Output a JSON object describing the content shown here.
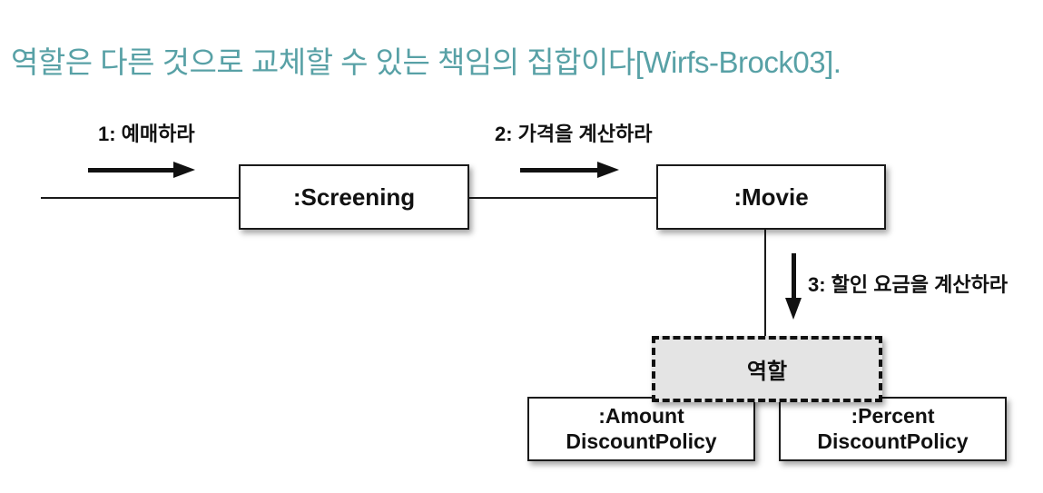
{
  "page": {
    "background": "#ffffff",
    "title": "역할은 다른 것으로 교체할 수 있는 책임의 집합이다[Wirfs-Brock03].",
    "title_color": "#58a1a6"
  },
  "diagram": {
    "type": "collaboration-diagram",
    "line_color": "#1a1a1a",
    "role_fill_color": "#e4e4e4",
    "messages": [
      {
        "order": "1",
        "label": "1: 예매하라",
        "direction": "right",
        "from": "actor",
        "to": "screening"
      },
      {
        "order": "2",
        "label": "2: 가격을 계산하라",
        "direction": "right",
        "from": "screening",
        "to": "movie"
      },
      {
        "order": "3",
        "label": "3: 할인 요금을 계산하라",
        "direction": "down",
        "from": "movie",
        "to": "role"
      }
    ],
    "nodes": {
      "screening": {
        "label": ":Screening",
        "border": "solid"
      },
      "movie": {
        "label": ":Movie",
        "border": "solid"
      },
      "role": {
        "label": "역할",
        "border": "dashed"
      },
      "amount_policy": {
        "line1": ":Amount",
        "line2": "DiscountPolicy",
        "border": "solid"
      },
      "percent_policy": {
        "line1": ":Percent",
        "line2": "DiscountPolicy",
        "border": "solid"
      }
    }
  }
}
